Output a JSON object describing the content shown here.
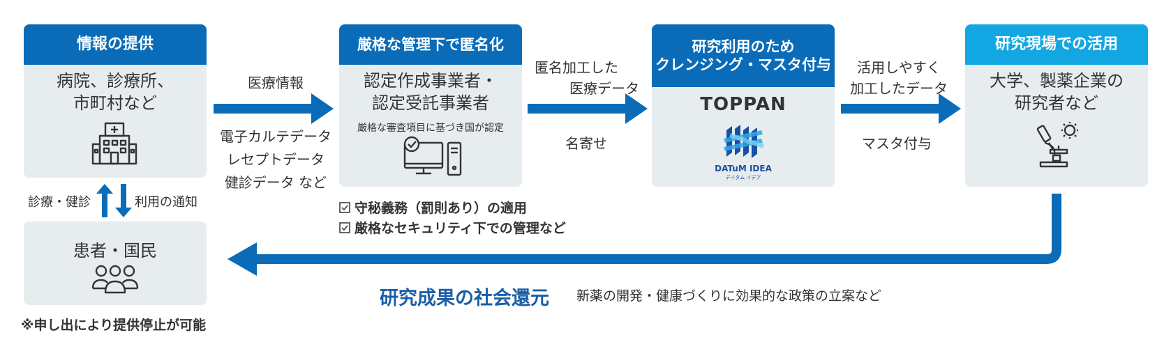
{
  "colors": {
    "accent": "#0a6cb8",
    "accent_light": "#12a7e3",
    "card_bg": "#e7ecef",
    "text": "#333333"
  },
  "cards": {
    "provide": {
      "title": "情報の提供",
      "line1": "病院、診療所、",
      "line2": "市町村など",
      "icon": "hospital-icon"
    },
    "anonymize": {
      "title": "厳格な管理下で匿名化",
      "line1": "認定作成事業者・",
      "line2": "認定受託事業者",
      "sub": "厳格な審査項目に基づき国が認定",
      "icon": "computer-check-icon"
    },
    "cleansing": {
      "title1": "研究利用のため",
      "title2": "クレンジング・マスタ付与",
      "company": "TOPPAN",
      "logo_text": "DATuM IDEA",
      "logo_sub": "デイタム イデア",
      "icon": "datum-idea-logo"
    },
    "research": {
      "title": "研究現場での活用",
      "line1": "大学、製薬企業の",
      "line2": "研究者など",
      "icon": "microscope-icon"
    },
    "patients": {
      "title": "患者・国民",
      "icon": "people-icon"
    }
  },
  "flows": {
    "medical_info": "医療情報",
    "data_list": [
      "電子カルテデータ",
      "レセプトデータ",
      "健診データ など"
    ],
    "anon_data_1": "匿名加工した",
    "anon_data_2": "医療データ",
    "name_matching": "名寄せ",
    "processed_1": "活用しやすく",
    "processed_2": "加工したデータ",
    "master": "マスタ付与",
    "checkup": "診療・健診",
    "usage_notice": "利用の通知"
  },
  "checks": [
    "守秘義務（罰則あり）の適用",
    "厳格なセキュリティ下での管理など"
  ],
  "return": {
    "title": "研究成果の社会還元",
    "desc": "新薬の開発・健康づくりに効果的な政策の立案など"
  },
  "footnote": "※申し出により提供停止が可能"
}
